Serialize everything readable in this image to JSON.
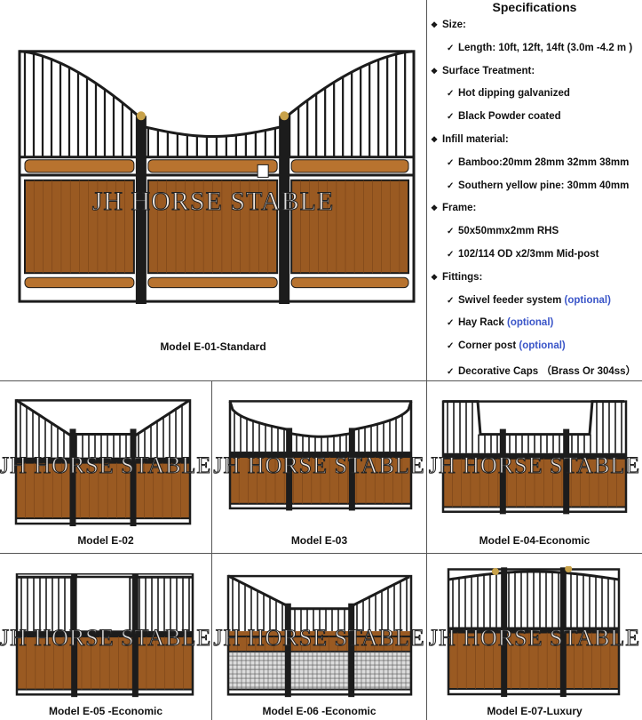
{
  "specs": {
    "title": "Specifications",
    "sections": [
      {
        "label": "Size:",
        "items": [
          {
            "text": "Length: 10ft, 12ft, 14ft (3.0m -4.2 m )",
            "optional": ""
          }
        ]
      },
      {
        "label": "Surface Treatment:",
        "items": [
          {
            "text": "Hot dipping galvanized",
            "optional": ""
          },
          {
            "text": "Black Powder coated",
            "optional": ""
          }
        ]
      },
      {
        "label": "Infill material:",
        "items": [
          {
            "text": "Bamboo:20mm 28mm 32mm 38mm",
            "optional": ""
          },
          {
            "text": "Southern yellow pine: 30mm 40mm",
            "optional": ""
          }
        ]
      },
      {
        "label": "Frame:",
        "items": [
          {
            "text": "50x50mmx2mm RHS",
            "optional": ""
          },
          {
            "text": "102/114 OD x2/3mm Mid-post",
            "optional": ""
          }
        ]
      },
      {
        "label": "Fittings:",
        "items": [
          {
            "text": "Swivel feeder system ",
            "optional": "(optional)"
          },
          {
            "text": "Hay Rack ",
            "optional": "(optional)"
          },
          {
            "text": "Corner post ",
            "optional": "(optional)"
          },
          {
            "text": "Decorative Caps （Brass Or 304ss）",
            "optional": ""
          }
        ]
      }
    ]
  },
  "watermark": "JH HORSE STABLE",
  "models": [
    {
      "caption": "Model E-01-Standard",
      "style": "standard"
    },
    {
      "caption": "Model E-02",
      "style": "e02"
    },
    {
      "caption": "Model E-03",
      "style": "e03"
    },
    {
      "caption": "Model E-04-Economic",
      "style": "e04"
    },
    {
      "caption": "Model E-05 -Economic",
      "style": "e05"
    },
    {
      "caption": "Model E-06 -Economic",
      "style": "e06"
    },
    {
      "caption": "Model E-07-Luxury",
      "style": "e07"
    }
  ],
  "colors": {
    "frame": "#1c1c1c",
    "wood": "#9a5a22",
    "wood_light": "#b8732f",
    "blue": "#3a55c8"
  }
}
